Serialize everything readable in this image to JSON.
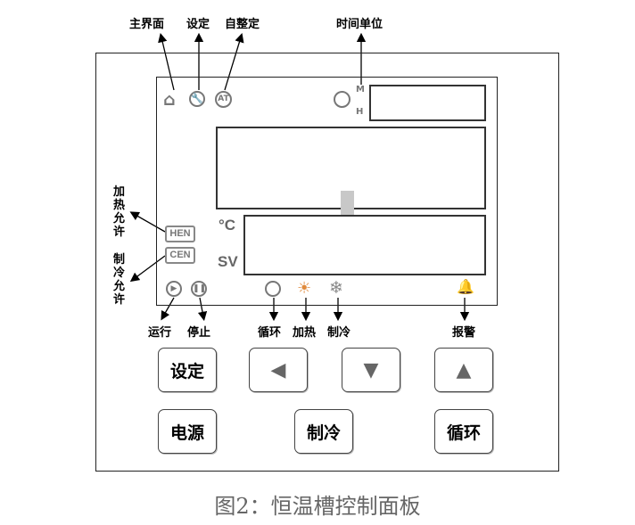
{
  "top_labels": {
    "home": "主界面",
    "settings": "设定",
    "autotune": "自整定",
    "time_unit": "时间单位"
  },
  "side_labels": {
    "heat_enable": "加热允许",
    "cool_enable": "制冷允许"
  },
  "indicators": {
    "autotune": "AT",
    "minutes": "M",
    "hours": "H",
    "celsius": "°C",
    "setpoint": "SV",
    "heat_enable": "HEN",
    "cool_enable": "CEN"
  },
  "bottom_labels": {
    "run": "运行",
    "stop": "停止",
    "circulate": "循环",
    "heat": "加热",
    "cool": "制冷",
    "alarm": "报警"
  },
  "buttons": {
    "set": "设定",
    "power": "电源",
    "cool": "制冷",
    "circulate": "循环",
    "left": "◀",
    "down": "▼",
    "up": "▲"
  },
  "caption": "图2：恒温槽控制面板",
  "colors": {
    "icon_grey": "#777777",
    "border": "#333333",
    "heat_orange": "#e08a3c"
  }
}
